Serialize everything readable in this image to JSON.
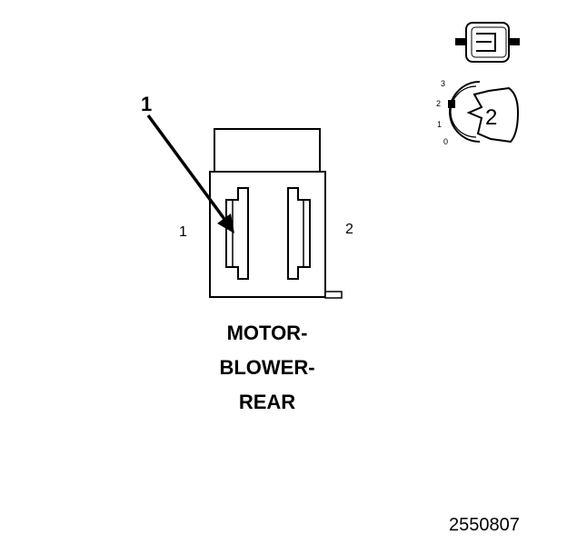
{
  "callout": "1",
  "pins": {
    "left": "1",
    "right": "2"
  },
  "title_lines": [
    "MOTOR-",
    "BLOWER-",
    "REAR"
  ],
  "figure_number": "2550807",
  "key_icon": {
    "position_marks": [
      "3",
      "2",
      "1",
      "0"
    ],
    "key_number": "2"
  },
  "colors": {
    "line": "#000000",
    "background": "#ffffff",
    "fill": "#ffffff"
  }
}
